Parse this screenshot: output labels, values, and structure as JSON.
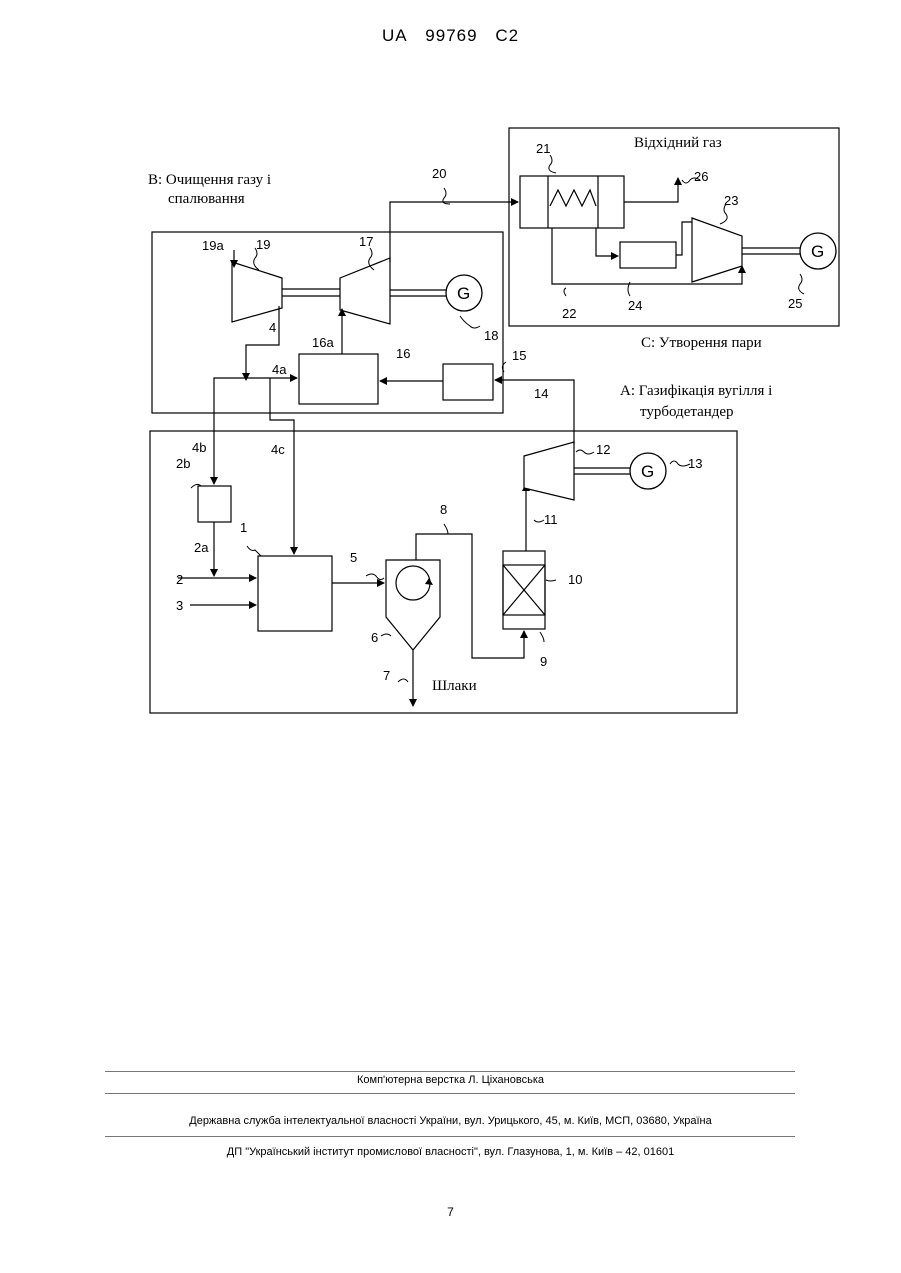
{
  "header": {
    "country": "UA",
    "number": "99769",
    "kind": "C2"
  },
  "diagram": {
    "section_b": {
      "line1": "B: Очищення газу і",
      "line2": "спалювання"
    },
    "section_c_top": "Відхідний газ",
    "section_c": "C: Утворення пари",
    "section_a": {
      "line1": "A: Газифікація вугілля і",
      "line2": "турбодетандер"
    },
    "slag": "Шлаки",
    "generator": "G",
    "labels": {
      "n1": "1",
      "n2": "2",
      "n2a": "2a",
      "n2b": "2b",
      "n3": "3",
      "n4": "4",
      "n4a": "4a",
      "n4b": "4b",
      "n4c": "4c",
      "n5": "5",
      "n6": "6",
      "n7": "7",
      "n8": "8",
      "n9": "9",
      "n10": "10",
      "n11": "11",
      "n12": "12",
      "n13": "13",
      "n14": "14",
      "n15": "15",
      "n16": "16",
      "n16a": "16a",
      "n17": "17",
      "n18": "18",
      "n19": "19",
      "n19a": "19a",
      "n20": "20",
      "n21": "21",
      "n22": "22",
      "n23": "23",
      "n24": "24",
      "n25": "25",
      "n26": "26"
    }
  },
  "footer": {
    "line1": "Комп'ютерна верстка Л. Ціхановська",
    "line2": "Державна служба інтелектуальної власності України, вул. Урицького, 45, м. Київ, МСП, 03680, Україна",
    "line3": "ДП \"Український інститут промислової власності\", вул. Глазунова, 1, м. Київ – 42, 01601"
  },
  "page_number": "7"
}
